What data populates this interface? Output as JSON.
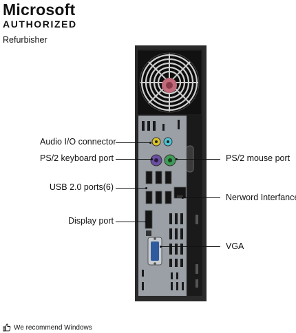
{
  "brand": {
    "line1": "Microsoft",
    "line2": "AUTHORIZED",
    "line3": "Refurbisher"
  },
  "callouts": {
    "audio": "Audio I/O connector",
    "ps2_keyboard": "PS/2 keyboard port",
    "usb": "USB 2.0 ports(6)",
    "display": "Display port",
    "ps2_mouse": "PS/2 mouse port",
    "network": "Nerword Interfance",
    "vga": "VGA"
  },
  "footer": {
    "text": "We recommend Windows",
    "icon": "thumbs-up-icon"
  },
  "colors": {
    "chassis": "#2a2a2a",
    "panel": "#9aa0a6",
    "audio_yellow": "#d8c32a",
    "audio_cyan": "#4fc3d4",
    "keyboard_purple": "#6b4fa0",
    "mouse_green": "#3f9c56",
    "vga_blue": "#2f5b9e",
    "fan_center": "#c06a7a"
  }
}
